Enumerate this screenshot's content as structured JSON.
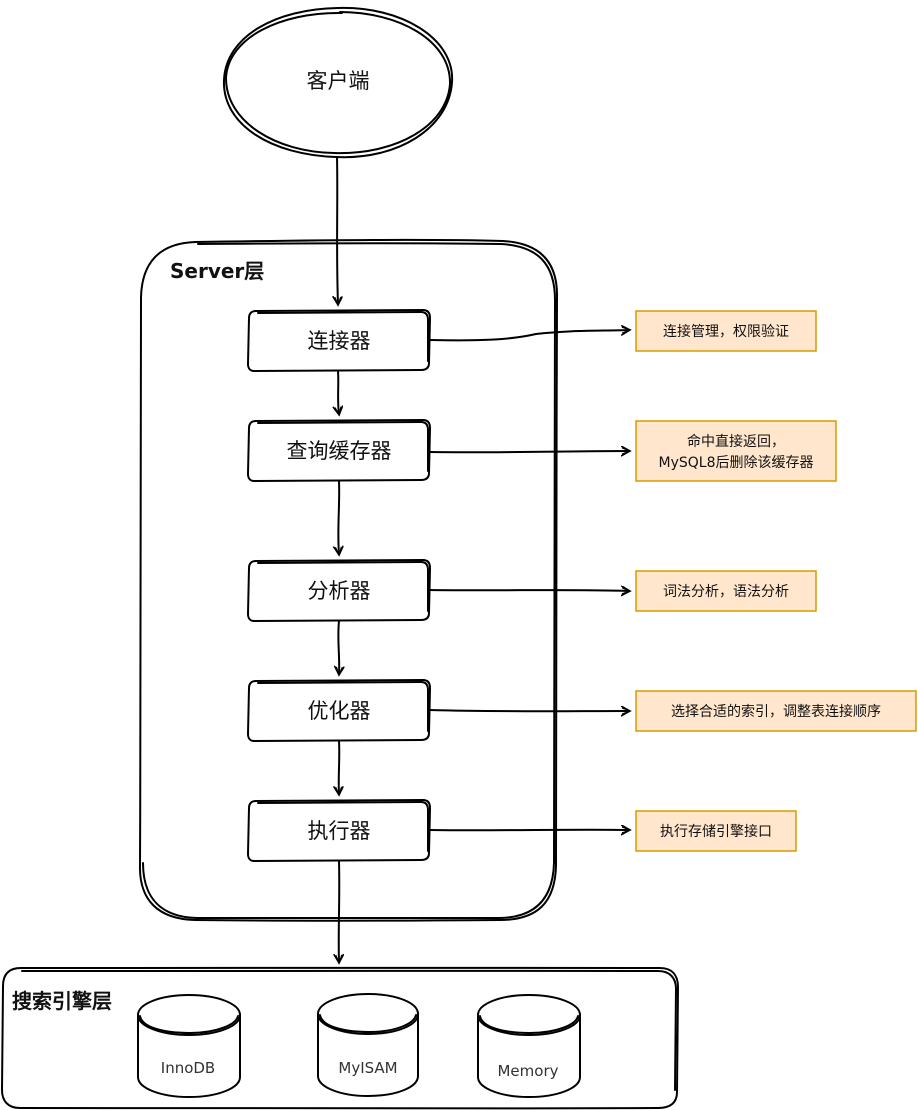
{
  "client": {
    "label": "客户端"
  },
  "server_layer": {
    "title": "Server层",
    "components": [
      {
        "label": "连接器",
        "note": [
          "连接管理，权限验证"
        ]
      },
      {
        "label": "查询缓存器",
        "note": [
          "命中直接返回，",
          "MySQL8后删除该缓存器"
        ]
      },
      {
        "label": "分析器",
        "note": [
          "词法分析，语法分析"
        ]
      },
      {
        "label": "优化器",
        "note": [
          "选择合适的索引，调整表连接顺序"
        ]
      },
      {
        "label": "执行器",
        "note": [
          "执行存储引擎接口"
        ]
      }
    ]
  },
  "engine_layer": {
    "title": "搜索引擎层",
    "engines": [
      "InnoDB",
      "MyISAM",
      "Memory"
    ]
  },
  "colors": {
    "note_fill": "#ffe6cc",
    "note_stroke": "#d79b00",
    "stroke": "#000000"
  }
}
